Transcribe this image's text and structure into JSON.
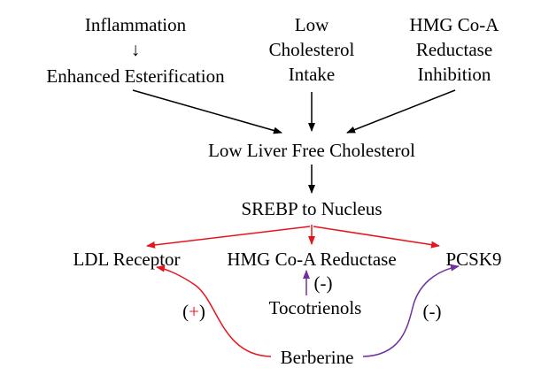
{
  "colors": {
    "text": "#000000",
    "arrow_black": "#000000",
    "arrow_red": "#e8141c",
    "arrow_purple": "#7030a0"
  },
  "nodes": {
    "inflammation": "Inflammation",
    "down_arrow_glyph": "↓",
    "enhanced_esterification": "Enhanced Esterification",
    "low_cholesterol_intake": [
      "Low",
      "Cholesterol",
      "Intake"
    ],
    "hmg_inhibition": [
      "HMG Co-A",
      "Reductase",
      "Inhibition"
    ],
    "low_liver_free_cholesterol": "Low Liver Free Cholesterol",
    "srebp_to_nucleus": "SREBP to Nucleus",
    "ldl_receptor": "LDL Receptor",
    "hmg_reductase": "HMG Co-A Reductase",
    "pcsk9": "PCSK9",
    "tocotrienols": "Tocotrienols",
    "berberine": "Berberine"
  },
  "labels": {
    "tocotrienol_effect": "(-)",
    "berberine_ldl_open": "(",
    "berberine_ldl_sign": "+",
    "berberine_ldl_close": ")",
    "berberine_pcsk9_effect": "(-)"
  }
}
